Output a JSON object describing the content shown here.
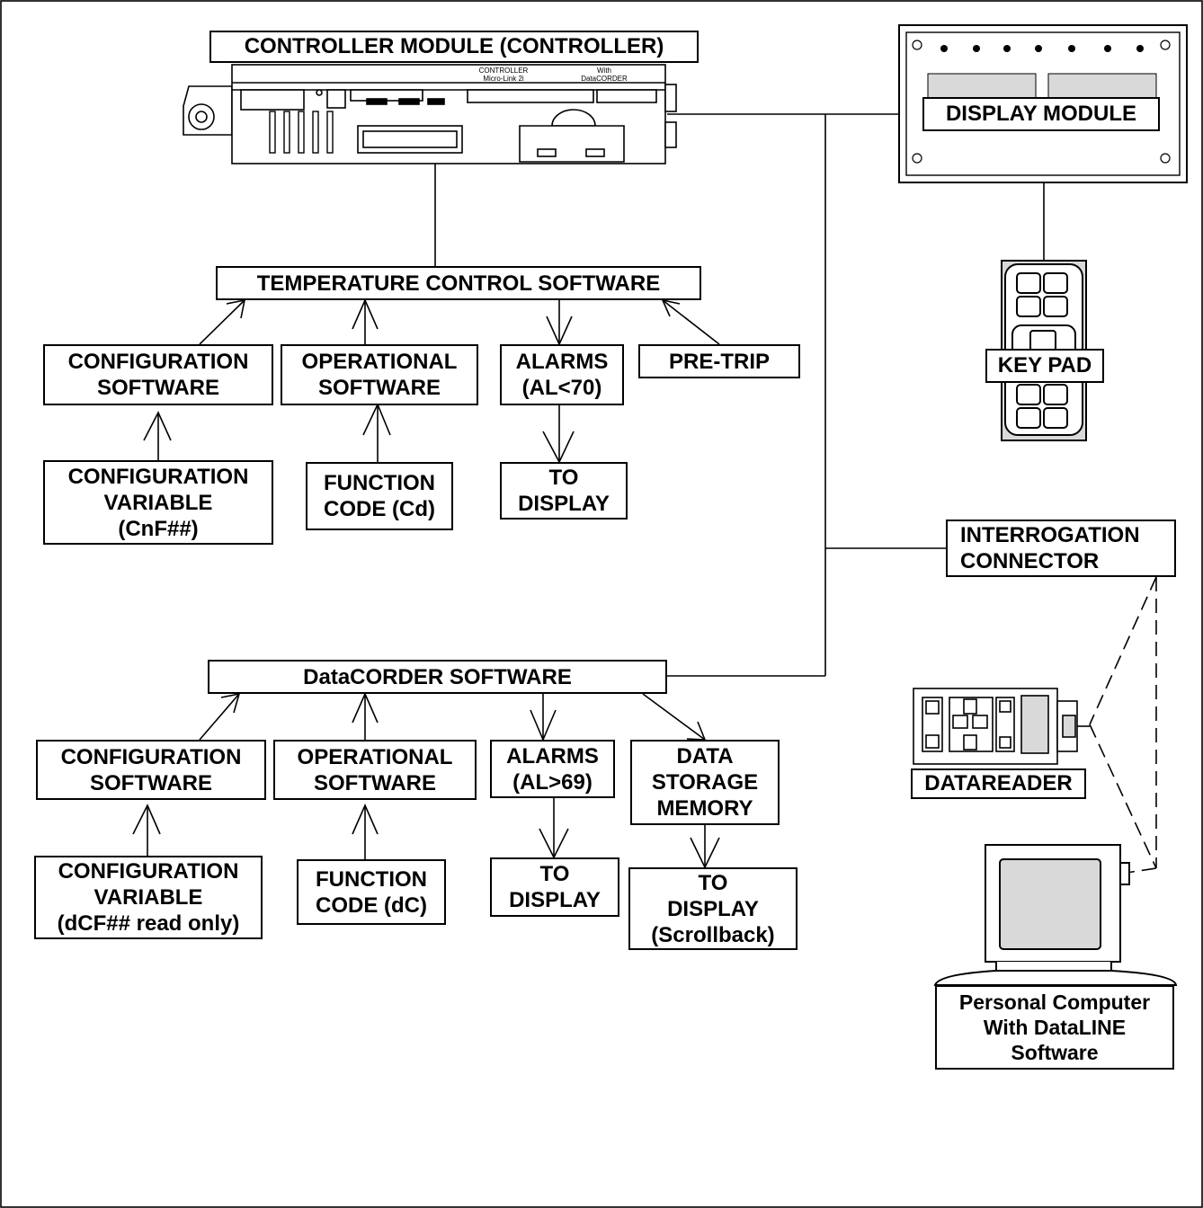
{
  "controller": {
    "title": "CONTROLLER MODULE (CONTROLLER)",
    "brand_line1": "CONTROLLER",
    "brand_line2": "Micro-Link 2i",
    "brand_line3": "With",
    "brand_line4": "DataCORDER"
  },
  "display_module": {
    "label": "DISPLAY MODULE"
  },
  "keypad": {
    "label": "KEY PAD"
  },
  "datareader": {
    "label": "DATAREADER"
  },
  "interrogation": {
    "line1": "INTERROGATION",
    "line2": "CONNECTOR"
  },
  "pc": {
    "line1": "Personal Computer",
    "line2": "With DataLINE",
    "line3": "Software"
  },
  "temp_software": {
    "title": "TEMPERATURE CONTROL SOFTWARE",
    "config": {
      "line1": "CONFIGURATION",
      "line2": "SOFTWARE"
    },
    "operational": {
      "line1": "OPERATIONAL",
      "line2": "SOFTWARE"
    },
    "alarms": {
      "line1": "ALARMS",
      "line2": "(AL<70)"
    },
    "pretrip": {
      "line1": "PRE-TRIP"
    },
    "config_var": {
      "line1": "CONFIGURATION",
      "line2": "VARIABLE",
      "line3": "(CnF##)"
    },
    "function_code": {
      "line1": "FUNCTION",
      "line2": "CODE (Cd)"
    },
    "to_display": {
      "line1": "TO",
      "line2": "DISPLAY"
    }
  },
  "datacorder_software": {
    "title": "DataCORDER SOFTWARE",
    "config": {
      "line1": "CONFIGURATION",
      "line2": "SOFTWARE"
    },
    "operational": {
      "line1": "OPERATIONAL",
      "line2": "SOFTWARE"
    },
    "alarms": {
      "line1": "ALARMS",
      "line2": "(AL>69)"
    },
    "storage": {
      "line1": "DATA",
      "line2": "STORAGE",
      "line3": "MEMORY"
    },
    "config_var": {
      "line1": "CONFIGURATION",
      "line2": "VARIABLE",
      "line3": "(dCF## read only)"
    },
    "function_code": {
      "line1": "FUNCTION",
      "line2": "CODE (dC)"
    },
    "to_display": {
      "line1": "TO",
      "line2": "DISPLAY"
    },
    "to_display_scroll": {
      "line1": "TO",
      "line2": "DISPLAY",
      "line3": "(Scrollback)"
    }
  },
  "colors": {
    "line": "#000000",
    "fill": "#ffffff",
    "panel": "#d9d9d9"
  }
}
